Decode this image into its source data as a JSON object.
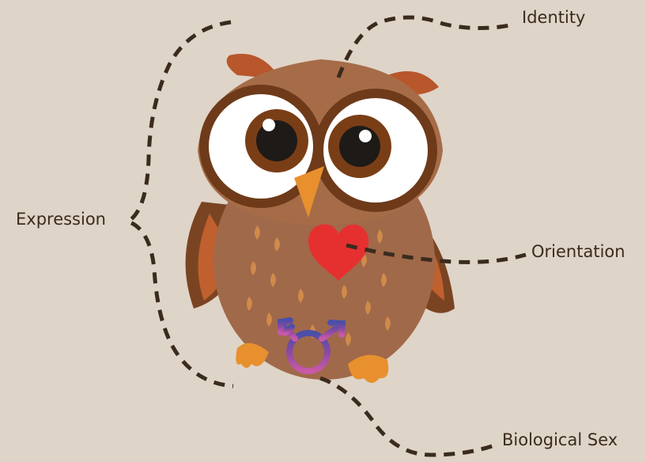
{
  "labels": {
    "identity": "Identity",
    "expression": "Expression",
    "orientation": "Orientation",
    "biological_sex": "Biological Sex"
  },
  "colors": {
    "background": "#dfd4c8",
    "line": "#3a2b1e",
    "owl_body": "#a0694a",
    "owl_dark": "#7a4422",
    "beak": "#e8902e",
    "heart": "#e63030",
    "gender_symbol_gradient": [
      "#3b4fa6",
      "#8a4aa0",
      "#c258a8"
    ]
  },
  "icons": [
    "owl-illustration",
    "heart-icon",
    "transgender-symbol-icon"
  ]
}
